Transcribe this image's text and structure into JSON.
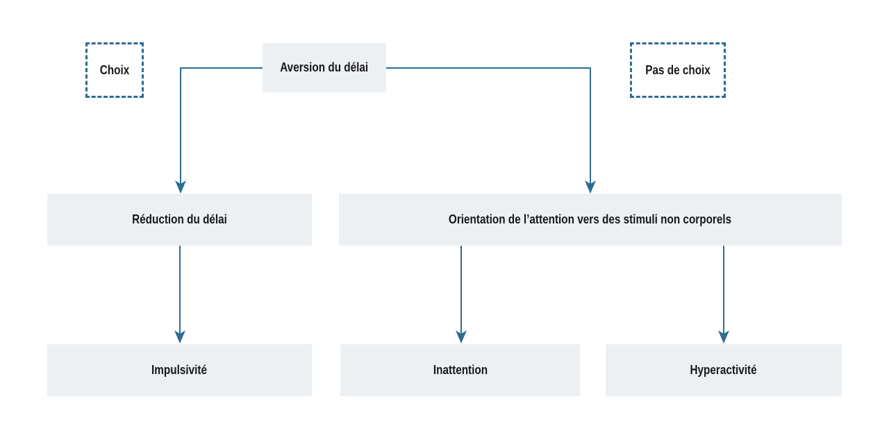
{
  "colors": {
    "accent": "#2C6C94",
    "box_bg": "#EDF0F3",
    "text": "#181818",
    "background": "#FFFFFF"
  },
  "diagram": {
    "nodes": {
      "choix": {
        "label": "Choix"
      },
      "aversion": {
        "label": "Aversion du délai"
      },
      "pas_de_choix": {
        "label": "Pas de choix"
      },
      "reduction": {
        "label": "Réduction du délai"
      },
      "orientation": {
        "label": "Orientation de l’attention vers des stimuli non corporels"
      },
      "impulsivite": {
        "label": "Impulsivité"
      },
      "inattention": {
        "label": "Inattention"
      },
      "hyperactivite": {
        "label": "Hyperactivité"
      }
    },
    "edges": [
      {
        "from": "aversion",
        "to": "reduction"
      },
      {
        "from": "aversion",
        "to": "orientation"
      },
      {
        "from": "reduction",
        "to": "impulsivite"
      },
      {
        "from": "orientation",
        "to": "inattention"
      },
      {
        "from": "orientation",
        "to": "hyperactivite"
      }
    ]
  }
}
